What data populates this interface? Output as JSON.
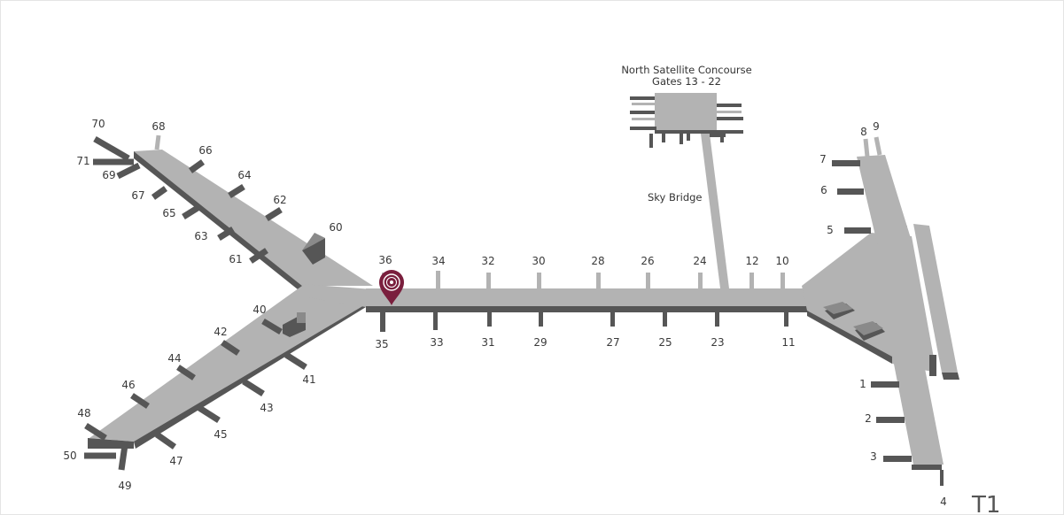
{
  "terminal_name": "T1",
  "north_satellite": {
    "title": "North Satellite Concourse",
    "subtitle": "Gates 13 - 22"
  },
  "sky_bridge_label": "Sky Bridge",
  "location_pin": {
    "icon": "location-marker-icon",
    "color": "#7a1f3d"
  },
  "colors": {
    "floor": "#b3b3b3",
    "edge": "#565656",
    "pin": "#7a1f3d"
  },
  "gates": {
    "g1": "1",
    "g2": "2",
    "g3": "3",
    "g4": "4",
    "g5": "5",
    "g6": "6",
    "g7": "7",
    "g8": "8",
    "g9": "9",
    "g10": "10",
    "g11": "11",
    "g12": "12",
    "g23": "23",
    "g24": "24",
    "g25": "25",
    "g26": "26",
    "g27": "27",
    "g28": "28",
    "g29": "29",
    "g30": "30",
    "g31": "31",
    "g32": "32",
    "g33": "33",
    "g34": "34",
    "g35": "35",
    "g36": "36",
    "g40": "40",
    "g41": "41",
    "g42": "42",
    "g43": "43",
    "g44": "44",
    "g45": "45",
    "g46": "46",
    "g47": "47",
    "g48": "48",
    "g49": "49",
    "g50": "50",
    "g60": "60",
    "g61": "61",
    "g62": "62",
    "g63": "63",
    "g64": "64",
    "g65": "65",
    "g66": "66",
    "g67": "67",
    "g68": "68",
    "g69": "69",
    "g70": "70",
    "g71": "71"
  }
}
